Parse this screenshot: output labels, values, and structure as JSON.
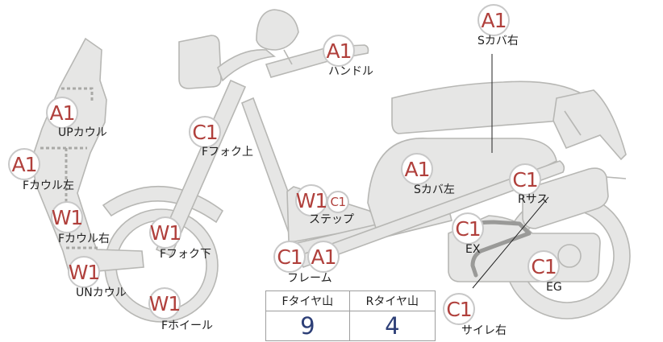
{
  "parts": [
    {
      "id": "s-cover-right",
      "grade": "A1",
      "grade_small": "",
      "label": "Sカバ右"
    },
    {
      "id": "handle",
      "grade": "A1",
      "grade_small": "",
      "label": "ハンドル"
    },
    {
      "id": "up-cowl",
      "grade": "A1",
      "grade_small": "",
      "label": "UPカウル"
    },
    {
      "id": "f-fork-upper",
      "grade": "C1",
      "grade_small": "",
      "label": "Fフォク上"
    },
    {
      "id": "f-cowl-left",
      "grade": "A1",
      "grade_small": "",
      "label": "Fカウル左"
    },
    {
      "id": "s-cover-left",
      "grade": "A1",
      "grade_small": "",
      "label": "Sカバ左"
    },
    {
      "id": "r-suspension",
      "grade": "C1",
      "grade_small": "",
      "label": "Rサス"
    },
    {
      "id": "step",
      "grade": "W1",
      "grade_small": "C1",
      "label": "ステップ"
    },
    {
      "id": "f-cowl-right",
      "grade": "W1",
      "grade_small": "",
      "label": "Fカウル右"
    },
    {
      "id": "f-fork-lower",
      "grade": "W1",
      "grade_small": "",
      "label": "Fフォク下"
    },
    {
      "id": "exhaust",
      "grade": "C1",
      "grade_small": "",
      "label": "EX"
    },
    {
      "id": "frame",
      "grade": "C1",
      "grade_small": "A1",
      "label": "フレーム"
    },
    {
      "id": "engine",
      "grade": "C1",
      "grade_small": "",
      "label": "EG"
    },
    {
      "id": "un-cowl",
      "grade": "W1",
      "grade_small": "",
      "label": "UNカウル"
    },
    {
      "id": "f-wheel",
      "grade": "W1",
      "grade_small": "",
      "label": "Fホイール"
    },
    {
      "id": "silencer-right",
      "grade": "C1",
      "grade_small": "",
      "label": "サイレ右"
    }
  ],
  "tread": {
    "front_header": "Fタイヤ山",
    "rear_header": "Rタイヤ山",
    "front_value": "9",
    "rear_value": "4"
  }
}
